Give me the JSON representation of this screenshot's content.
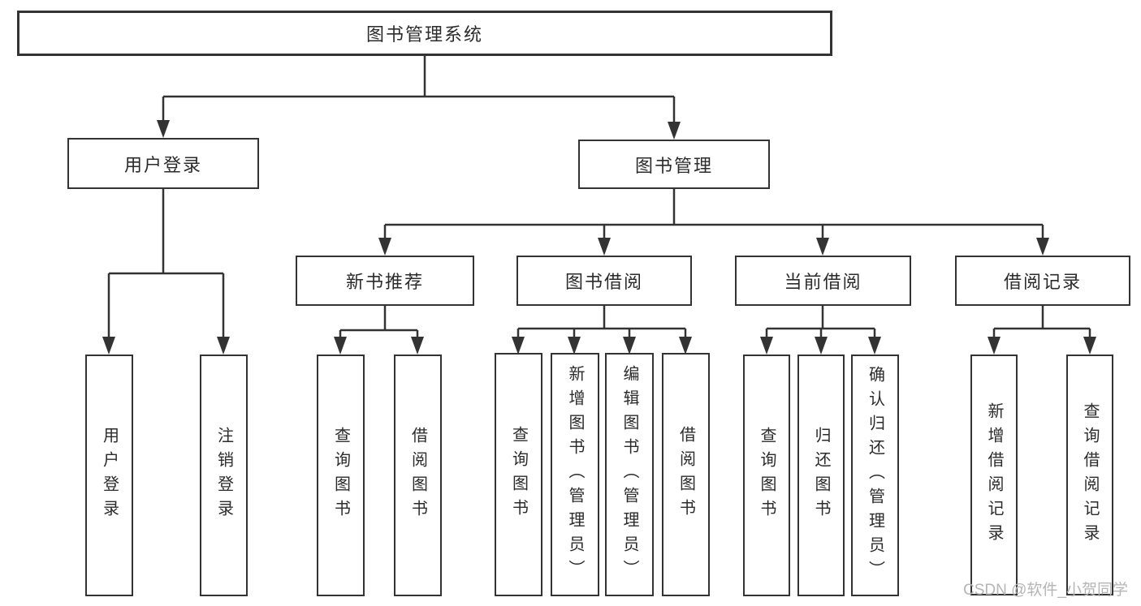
{
  "diagram_title": "图书管理系统",
  "colors": {
    "line": "#333333",
    "box_border": "#333333",
    "text": "#2b2b2b",
    "watermark": "#b5b5b5",
    "background": "#ffffff"
  },
  "tree": {
    "label": "图书管理系统",
    "children": [
      {
        "label": "用户登录",
        "children": [
          {
            "label": "用户登录"
          },
          {
            "label": "注销登录"
          }
        ]
      },
      {
        "label": "图书管理",
        "children": [
          {
            "label": "新书推荐",
            "children": [
              {
                "label": "查询图书"
              },
              {
                "label": "借阅图书"
              }
            ]
          },
          {
            "label": "图书借阅",
            "children": [
              {
                "label": "查询图书"
              },
              {
                "label": "新增图书（管理员）"
              },
              {
                "label": "编辑图书（管理员）"
              },
              {
                "label": "借阅图书"
              }
            ]
          },
          {
            "label": "当前借阅",
            "children": [
              {
                "label": "查询图书"
              },
              {
                "label": "归还图书"
              },
              {
                "label": "确认归还（管理员）"
              }
            ]
          },
          {
            "label": "借阅记录",
            "children": [
              {
                "label": "新增借阅记录"
              },
              {
                "label": "查询借阅记录"
              }
            ]
          }
        ]
      }
    ]
  },
  "watermark": {
    "text": "CSDN @软件_小贺同学"
  }
}
